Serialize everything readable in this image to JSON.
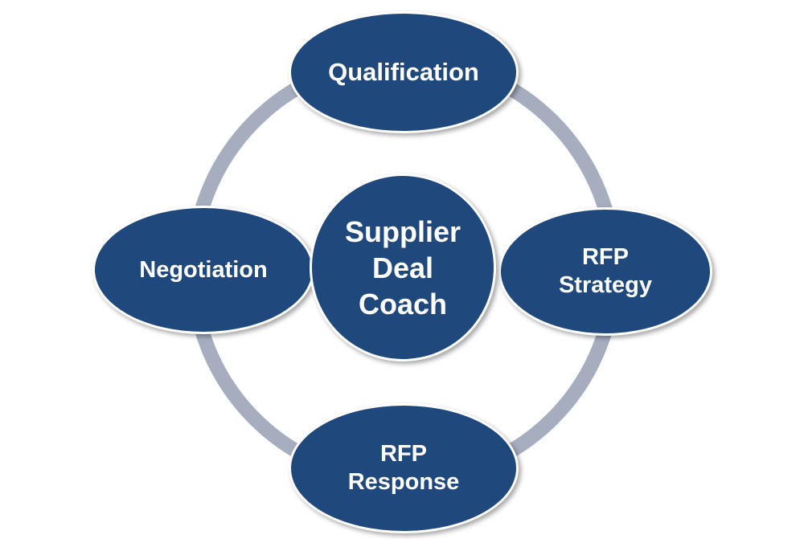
{
  "diagram": {
    "center": {
      "label": "Supplier\nDeal\nCoach"
    },
    "nodes": [
      {
        "id": "top",
        "label": "Qualification"
      },
      {
        "id": "right",
        "label": "RFP\nStrategy"
      },
      {
        "id": "bottom",
        "label": "RFP\nResponse"
      },
      {
        "id": "left",
        "label": "Negotiation"
      }
    ],
    "colors": {
      "node_fill": "#1f497d",
      "node_text": "#ffffff",
      "ring": "#a6adbf"
    }
  }
}
